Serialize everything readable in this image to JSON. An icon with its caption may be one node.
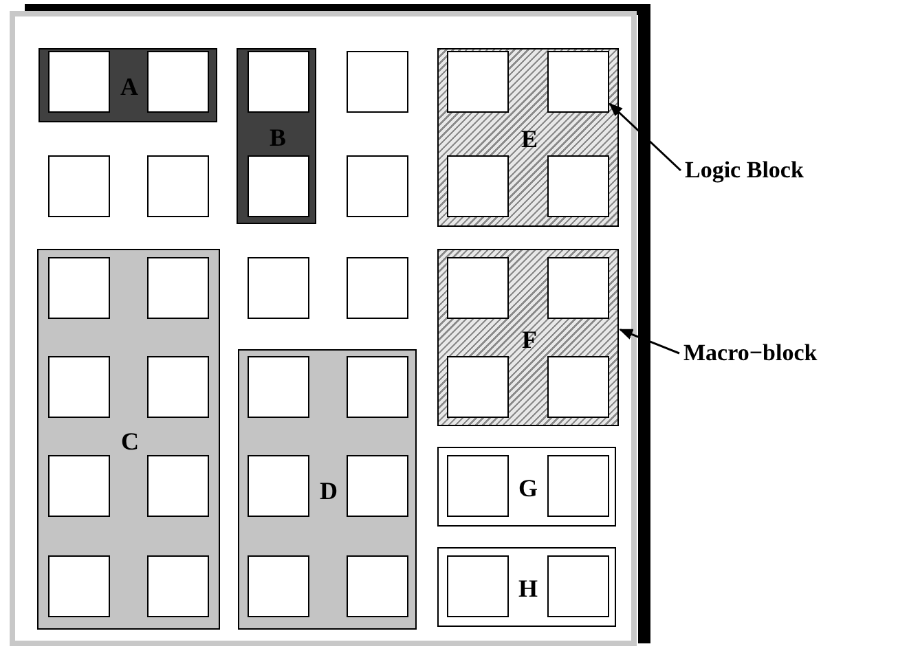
{
  "diagram": {
    "nodes": [
      {
        "text": [
          "A"
        ]
      },
      {
        "text": [],
        "shape": "box",
        "in": 0
      },
      {
        "text": [],
        "shape": "box",
        "in": 0
      },
      {
        "text": [
          "B"
        ]
      },
      {
        "text": [],
        "shape": "box",
        "in": 3
      },
      {
        "text": [],
        "shape": "box",
        "in": 3
      },
      {
        "text": [],
        "shape": "box"
      },
      {
        "text": [
          "E"
        ]
      },
      {
        "text": [],
        "shape": "box",
        "in": 7
      },
      {
        "text": [],
        "shape": "box",
        "in": 7
      },
      {
        "text": [],
        "shape": "box",
        "in": 7
      },
      {
        "text": [],
        "shape": "box",
        "in": 7
      },
      {
        "text": [],
        "shape": "box"
      },
      {
        "text": [],
        "shape": "box"
      },
      {
        "text": [],
        "shape": "box"
      },
      {
        "text": [
          "C"
        ]
      },
      {
        "text": [],
        "shape": "box",
        "in": 15
      },
      {
        "text": [],
        "shape": "box",
        "in": 15
      },
      {
        "text": [],
        "shape": "box",
        "in": 15
      },
      {
        "text": [],
        "shape": "box",
        "in": 15
      },
      {
        "text": [],
        "shape": "box",
        "in": 15
      },
      {
        "text": [],
        "shape": "box",
        "in": 15
      },
      {
        "text": [],
        "shape": "box",
        "in": 15
      },
      {
        "text": [],
        "shape": "box",
        "in": 15
      },
      {
        "text": [],
        "shape": "box"
      },
      {
        "text": [],
        "shape": "box"
      },
      {
        "text": [
          "F"
        ]
      },
      {
        "text": [],
        "shape": "box",
        "in": 26
      },
      {
        "text": [],
        "shape": "box",
        "in": 26
      },
      {
        "text": [],
        "shape": "box",
        "in": 26
      },
      {
        "text": [],
        "shape": "box",
        "in": 26
      },
      {
        "text": [
          "D"
        ]
      },
      {
        "text": [],
        "shape": "box",
        "in": 31
      },
      {
        "text": [],
        "shape": "box",
        "in": 31
      },
      {
        "text": [],
        "shape": "box",
        "in": 31
      },
      {
        "text": [],
        "shape": "box",
        "in": 31
      },
      {
        "text": [],
        "shape": "box",
        "in": 31
      },
      {
        "text": [],
        "shape": "box",
        "in": 31
      },
      {
        "text": [
          "G"
        ]
      },
      {
        "text": [],
        "shape": "box",
        "in": 38
      },
      {
        "text": [],
        "shape": "box",
        "in": 38
      },
      {
        "text": [
          "H"
        ]
      },
      {
        "text": [],
        "shape": "box",
        "in": 41
      },
      {
        "text": [],
        "shape": "box",
        "in": 41
      },
      {
        "text": [
          "Logic Block"
        ]
      },
      {
        "text": [
          "Macro−block"
        ]
      }
    ],
    "edges": [
      {
        "from": 44,
        "to": 9,
        "arrow": "to"
      },
      {
        "from": 45,
        "to": 26,
        "arrow": "to"
      }
    ]
  }
}
